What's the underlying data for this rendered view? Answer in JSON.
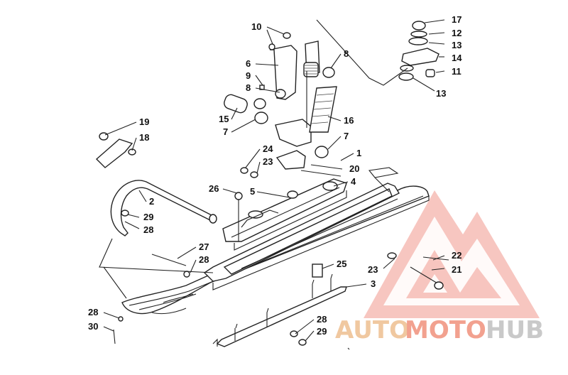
{
  "callouts": [
    {
      "id": "c17a",
      "label": "17"
    },
    {
      "id": "c12",
      "label": "12"
    },
    {
      "id": "c13a",
      "label": "13"
    },
    {
      "id": "c14",
      "label": "14"
    },
    {
      "id": "c11",
      "label": "11"
    },
    {
      "id": "c13b",
      "label": "13"
    },
    {
      "id": "c10",
      "label": "10"
    },
    {
      "id": "c6",
      "label": "6"
    },
    {
      "id": "c9",
      "label": "9"
    },
    {
      "id": "c8a",
      "label": "8"
    },
    {
      "id": "c8b",
      "label": "8"
    },
    {
      "id": "c15",
      "label": "15"
    },
    {
      "id": "c7a",
      "label": "7"
    },
    {
      "id": "c16",
      "label": "16"
    },
    {
      "id": "c7b",
      "label": "7"
    },
    {
      "id": "c19",
      "label": "19"
    },
    {
      "id": "c18",
      "label": "18"
    },
    {
      "id": "c24",
      "label": "24"
    },
    {
      "id": "c23a",
      "label": "23"
    },
    {
      "id": "c1",
      "label": "1"
    },
    {
      "id": "c20",
      "label": "20"
    },
    {
      "id": "c4",
      "label": "4"
    },
    {
      "id": "c26",
      "label": "26"
    },
    {
      "id": "c5",
      "label": "5"
    },
    {
      "id": "c2",
      "label": "2"
    },
    {
      "id": "c29a",
      "label": "29"
    },
    {
      "id": "c28a",
      "label": "28"
    },
    {
      "id": "c27",
      "label": "27"
    },
    {
      "id": "c28b",
      "label": "28"
    },
    {
      "id": "c25",
      "label": "25"
    },
    {
      "id": "c22",
      "label": "22"
    },
    {
      "id": "c23b",
      "label": "23"
    },
    {
      "id": "c21",
      "label": "21"
    },
    {
      "id": "c3",
      "label": "3"
    },
    {
      "id": "c28c",
      "label": "28"
    },
    {
      "id": "c30",
      "label": "30"
    },
    {
      "id": "c28d",
      "label": "28"
    },
    {
      "id": "c29b",
      "label": "29"
    }
  ],
  "watermark": {
    "text_auto": "AUTO",
    "text_moto": "MOTO",
    "text_hub": "HUB",
    "colors": {
      "auto": "#f0c8a0",
      "moto": "#f2a18f",
      "hub": "#c9c9c9",
      "triangle": "#f08a80"
    }
  }
}
